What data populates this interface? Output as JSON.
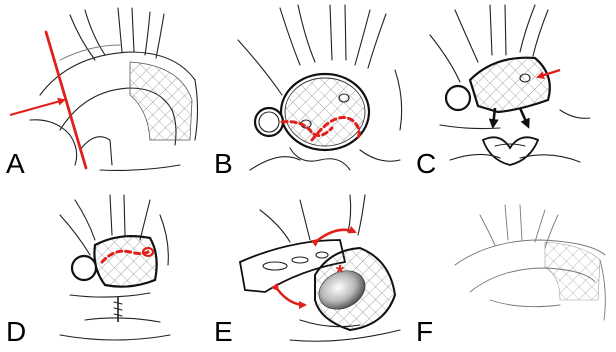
{
  "panels": [
    {
      "id": "A",
      "label": "A"
    },
    {
      "id": "B",
      "label": "B"
    },
    {
      "id": "C",
      "label": "C"
    },
    {
      "id": "D",
      "label": "D"
    },
    {
      "id": "E",
      "label": "E"
    },
    {
      "id": "F",
      "label": "F"
    }
  ],
  "annotations": {
    "star_symbol": "*"
  },
  "colors": {
    "accent": "#e0201b",
    "ink": "#222222",
    "background": "#ffffff"
  }
}
